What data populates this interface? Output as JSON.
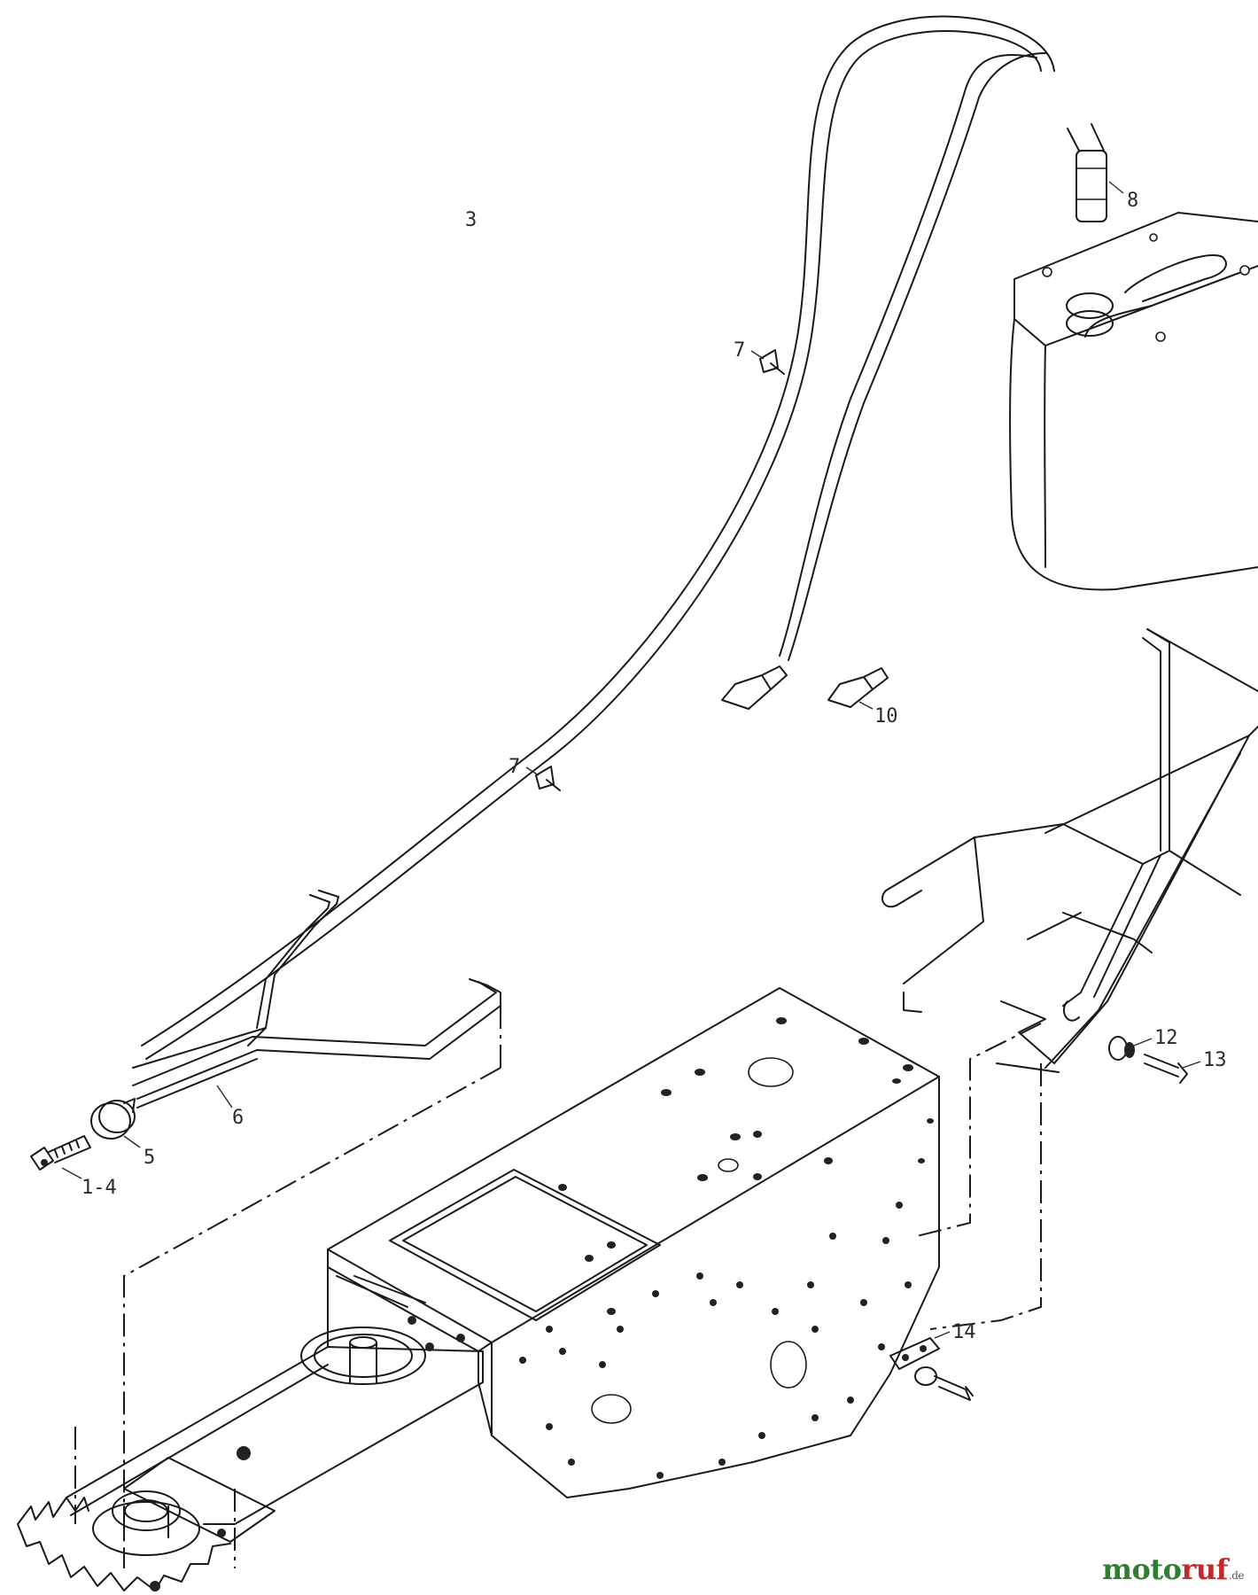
{
  "labels": {
    "l8": "8",
    "l3": "3",
    "l7a": "7",
    "l7b": "7",
    "l10": "10",
    "l6": "6",
    "l5": "5",
    "l14a": "1-4",
    "l12": "12",
    "l13": "13",
    "l14": "14"
  },
  "watermark": {
    "part1": "moto",
    "part2": "ruf",
    "suffix": ".de"
  },
  "colors": {
    "watermark_green": "#2e7d32",
    "watermark_red": "#c62828",
    "line": "#1a1a1a"
  }
}
